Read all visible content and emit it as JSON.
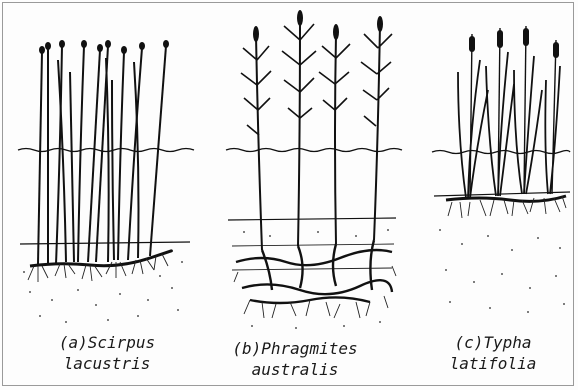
{
  "colors": {
    "ink": "#111111",
    "soil_dots": "#555555",
    "frame": "#9a9a9a",
    "background": "#fdfdfd"
  },
  "panels": [
    {
      "id": "a",
      "caption_line1": "(a)Scirpus",
      "caption_line2": "lacustris"
    },
    {
      "id": "b",
      "caption_line1": "(b)Phragmites",
      "caption_line2": "australis"
    },
    {
      "id": "c",
      "caption_line1": "(c)Typha",
      "caption_line2": "latifolia"
    }
  ]
}
